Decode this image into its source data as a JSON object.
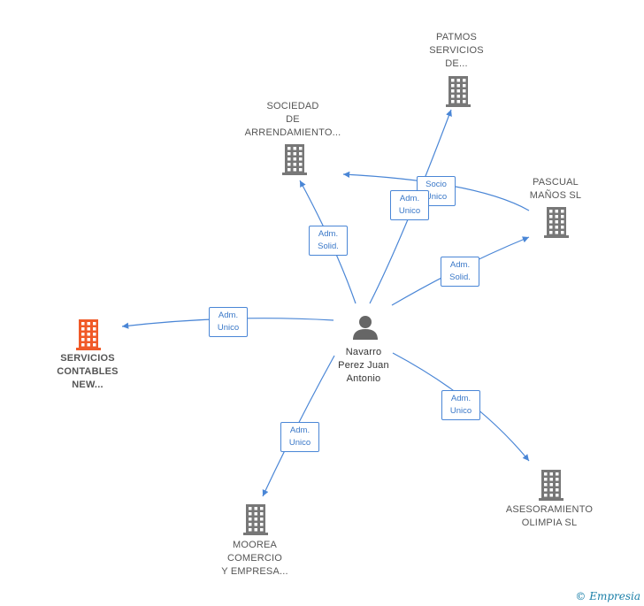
{
  "colors": {
    "edge": "#4a86d6",
    "company": "#777777",
    "highlight": "#f05a28",
    "person": "#666666"
  },
  "person": {
    "label_lines": [
      "Navarro",
      "Perez Juan",
      "Antonio"
    ],
    "icon": "person-icon"
  },
  "companies": [
    {
      "id": "patmos",
      "lines": [
        "PATMOS",
        "SERVICIOS",
        "DE..."
      ],
      "icon": "building-icon",
      "highlight": false
    },
    {
      "id": "sociedad",
      "lines": [
        "SOCIEDAD",
        "DE",
        "ARRENDAMIENTO..."
      ],
      "icon": "building-icon",
      "highlight": false
    },
    {
      "id": "pascual",
      "lines": [
        "PASCUAL",
        "MAÑOS SL"
      ],
      "icon": "building-icon",
      "highlight": false
    },
    {
      "id": "servicios",
      "lines": [
        "SERVICIOS",
        "CONTABLES",
        "NEW..."
      ],
      "icon": "building-icon",
      "highlight": true
    },
    {
      "id": "asesoramiento",
      "lines": [
        "ASESORAMIENTO",
        "OLIMPIA  SL"
      ],
      "icon": "building-icon",
      "highlight": false
    },
    {
      "id": "moorea",
      "lines": [
        "MOOREA",
        "COMERCIO",
        "Y EMPRESA..."
      ],
      "icon": "building-icon",
      "highlight": false
    }
  ],
  "edges": [
    {
      "id": "e-sociedad",
      "lines": [
        "Adm.",
        "Solid."
      ]
    },
    {
      "id": "e-patmos",
      "lines": [
        "Adm.",
        "Unico"
      ]
    },
    {
      "id": "e-pascual-sociedad",
      "lines": [
        "Socio",
        "Único"
      ]
    },
    {
      "id": "e-pascual",
      "lines": [
        "Adm.",
        "Solid."
      ]
    },
    {
      "id": "e-servicios",
      "lines": [
        "Adm.",
        "Unico"
      ]
    },
    {
      "id": "e-asesoramiento",
      "lines": [
        "Adm.",
        "Unico"
      ]
    },
    {
      "id": "e-moorea",
      "lines": [
        "Adm.",
        "Unico"
      ]
    }
  ],
  "footer": {
    "copyright": "©",
    "brand": "Empresia"
  }
}
